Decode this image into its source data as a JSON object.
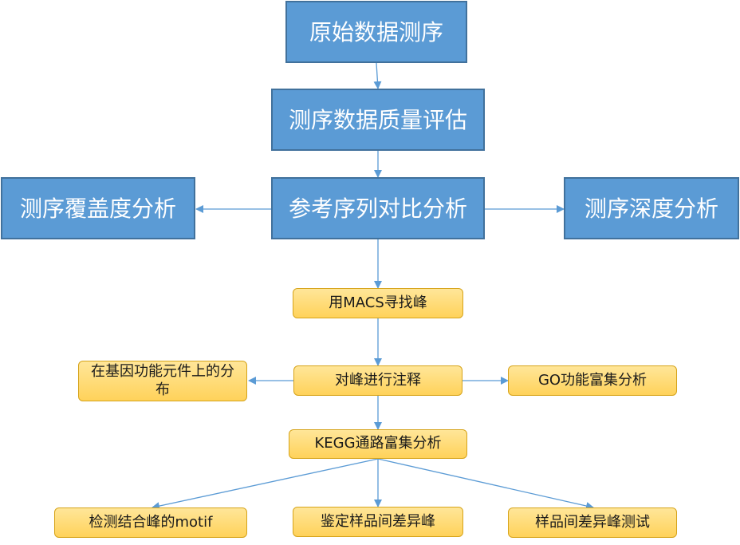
{
  "nodes": {
    "raw_sequencing": "原始数据测序",
    "quality_assessment": "测序数据质量评估",
    "reference_alignment": "参考序列对比分析",
    "coverage_analysis": "测序覆盖度分析",
    "depth_analysis": "测序深度分析",
    "macs_peak_calling": "用MACS寻找峰",
    "peak_annotation": "对峰进行注释",
    "genomic_distribution": "在基因功能元件上的分布",
    "go_enrichment": "GO功能富集分析",
    "kegg_enrichment": "KEGG通路富集分析",
    "motif_detection": "检测结合峰的motif",
    "differential_peaks": "鉴定样品间差异峰",
    "differential_peak_test": "样品间差异峰测试"
  },
  "colors": {
    "primary_fill": "#5b9bd5",
    "primary_border": "#41719c",
    "secondary_fill": "#ffd966",
    "secondary_border": "#d6a319",
    "arrow": "#5b9bd5"
  }
}
